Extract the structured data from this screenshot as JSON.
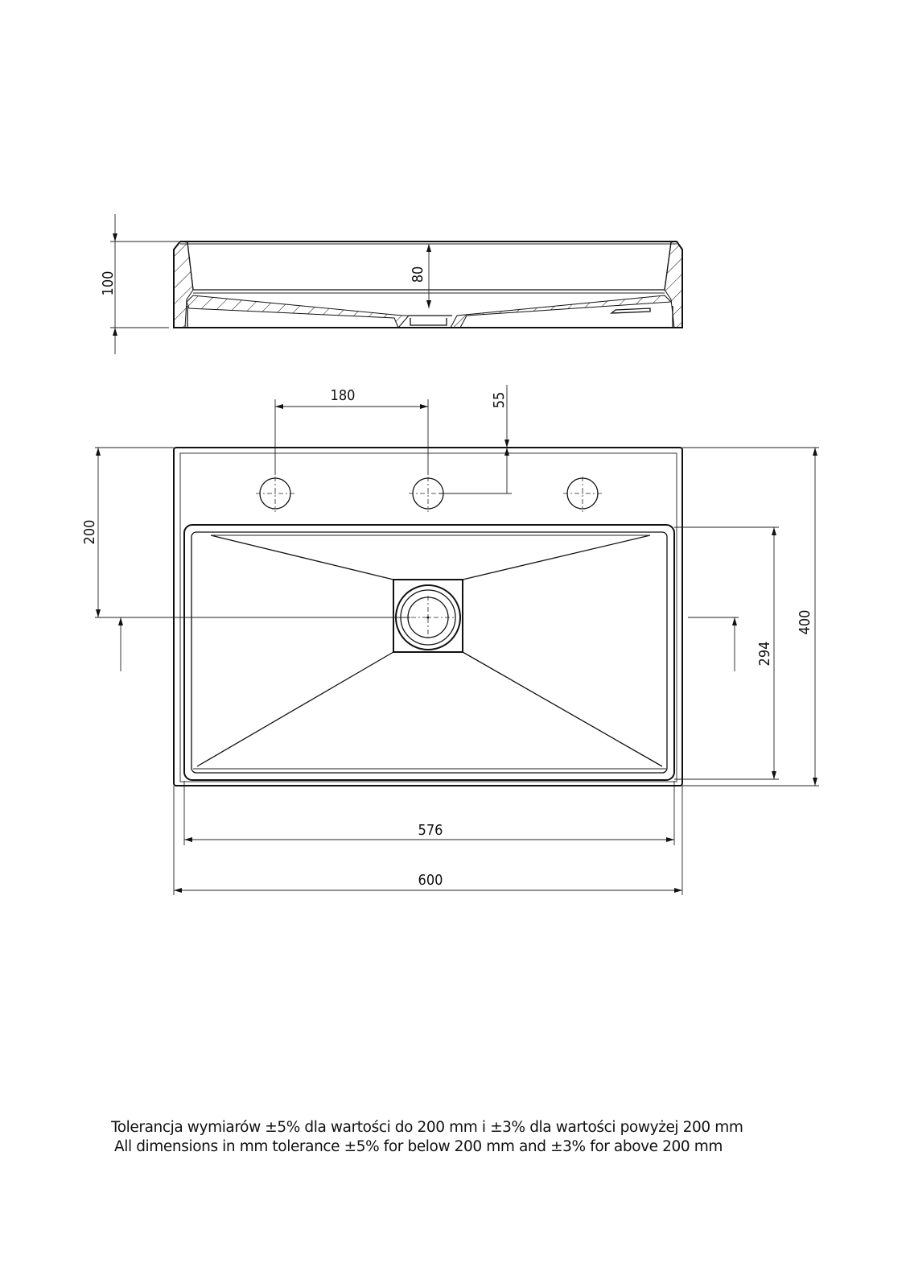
{
  "drawing": {
    "side_view": {
      "overall_height": "100",
      "bowl_depth": "80"
    },
    "top_view": {
      "tap_hole_spacing": "180",
      "tap_hole_offset": "55",
      "drain_offset": "200",
      "inner_depth": "294",
      "overall_depth": "400",
      "inner_width": "576",
      "overall_width": "600"
    }
  },
  "notes": {
    "pl": "Tolerancja wymiarów ±5% dla wartości do 200 mm i ±3% dla wartości powyżej 200 mm",
    "en": "All dimensions in mm tolerance ±5% for below 200 mm and ±3% for above 200 mm"
  }
}
